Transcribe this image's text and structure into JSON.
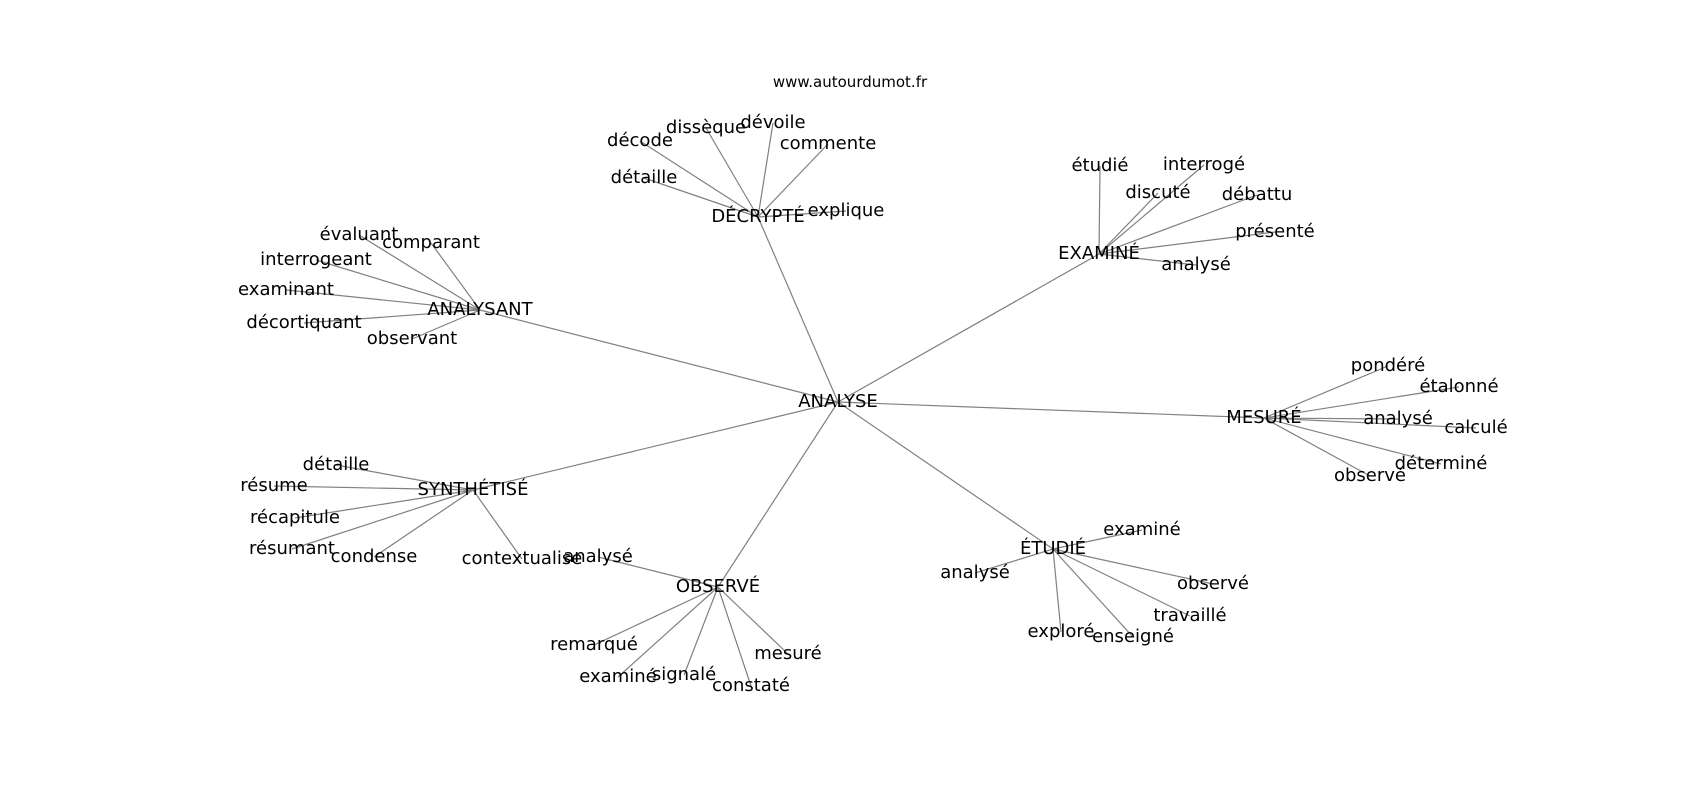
{
  "watermark": "www.autourdumot.fr",
  "colors": {
    "edge": "#808080",
    "text": "#000000",
    "background": "#ffffff"
  },
  "graph": {
    "center": "ANALYSE",
    "hubs": [
      {
        "id": "decrypte",
        "label": "DÉCRYPTÉ",
        "leaves": [
          "décode",
          "dissèque",
          "dévoile",
          "commente",
          "détaille",
          "explique"
        ]
      },
      {
        "id": "examine",
        "label": "EXAMINÉ",
        "leaves": [
          "étudié",
          "interrogé",
          "discuté",
          "débattu",
          "présenté",
          "analysé"
        ]
      },
      {
        "id": "analysant",
        "label": "ANALYSANT",
        "leaves": [
          "évaluant",
          "comparant",
          "interrogeant",
          "examinant",
          "décortiquant",
          "observant"
        ]
      },
      {
        "id": "mesure",
        "label": "MESURÉ",
        "leaves": [
          "pondéré",
          "étalonné",
          "analysé",
          "calculé",
          "déterminé",
          "observé"
        ]
      },
      {
        "id": "synthetise",
        "label": "SYNTHÉTISÉ",
        "leaves": [
          "détaille",
          "résume",
          "récapitule",
          "résumant",
          "condense",
          "contextualise"
        ]
      },
      {
        "id": "observe",
        "label": "OBSERVÉ",
        "leaves": [
          "analysé",
          "remarqué",
          "examiné",
          "signalé",
          "constaté",
          "mesuré"
        ]
      },
      {
        "id": "etudie",
        "label": "ÉTUDIÉ",
        "leaves": [
          "examiné",
          "analysé",
          "observé",
          "travaillé",
          "exploré",
          "enseigné"
        ]
      }
    ]
  }
}
